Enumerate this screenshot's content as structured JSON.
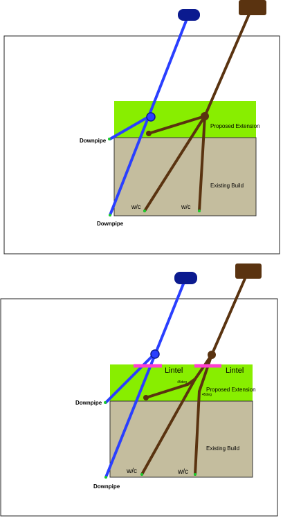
{
  "colors": {
    "extension": "#88ee00",
    "existing": "#c4bd9e",
    "surface_water": "#2a3fff",
    "surface_water_cap": "#0b1a8f",
    "foul_water": "#5a3310",
    "foul_cap": "#5a3310",
    "lintel": "#ff3fd0",
    "end_dot": "#1bcc2c"
  },
  "diagram_top": {
    "extension_label": "Proposed Extension",
    "existing_label": "Existing Build",
    "downpipe_left_label": "Downpipe",
    "downpipe_bottom_label": "Downpipe",
    "wc1_label": "w/c",
    "wc2_label": "w/c"
  },
  "diagram_bottom": {
    "extension_label": "Proposed Extension",
    "existing_label": "Existing Build",
    "lintel1_label": "Lintel",
    "lintel2_label": "Lintel",
    "angle1_label": "45deg",
    "angle2_label": "45deg",
    "downpipe_left_label": "Downpipe",
    "downpipe_bottom_label": "Downpipe",
    "wc1_label": "w/c",
    "wc2_label": "w/c"
  }
}
